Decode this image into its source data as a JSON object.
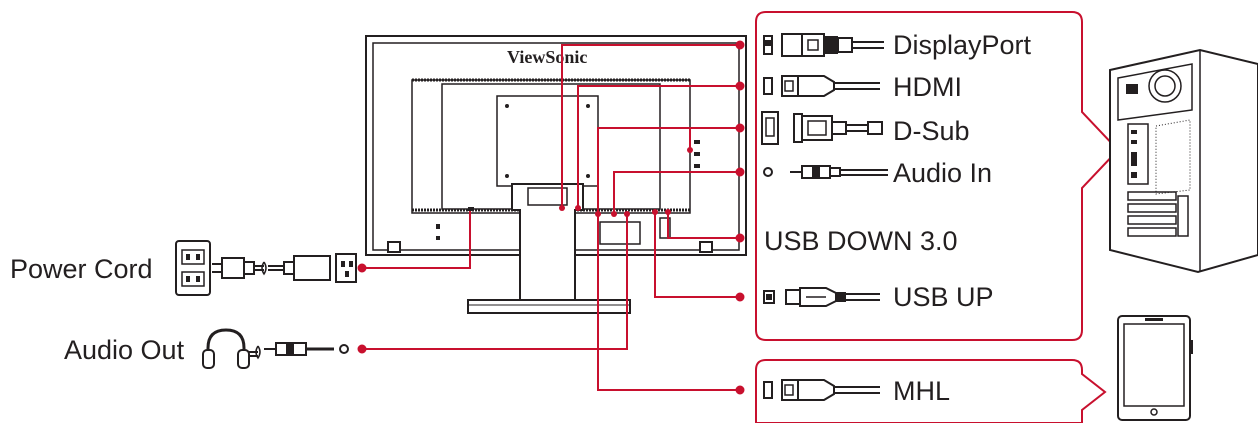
{
  "monitor": {
    "brand": "ViewSonic"
  },
  "ports": {
    "displayport": "DisplayPort",
    "hdmi": "HDMI",
    "dsub": "D-Sub",
    "audio_in": "Audio In",
    "usb_down": "USB DOWN 3.0",
    "usb_up": "USB UP",
    "mhl": "MHL"
  },
  "left": {
    "power_cord": "Power Cord",
    "audio_out": "Audio Out"
  },
  "colors": {
    "callout": "#c8102e",
    "ink": "#231f20"
  }
}
